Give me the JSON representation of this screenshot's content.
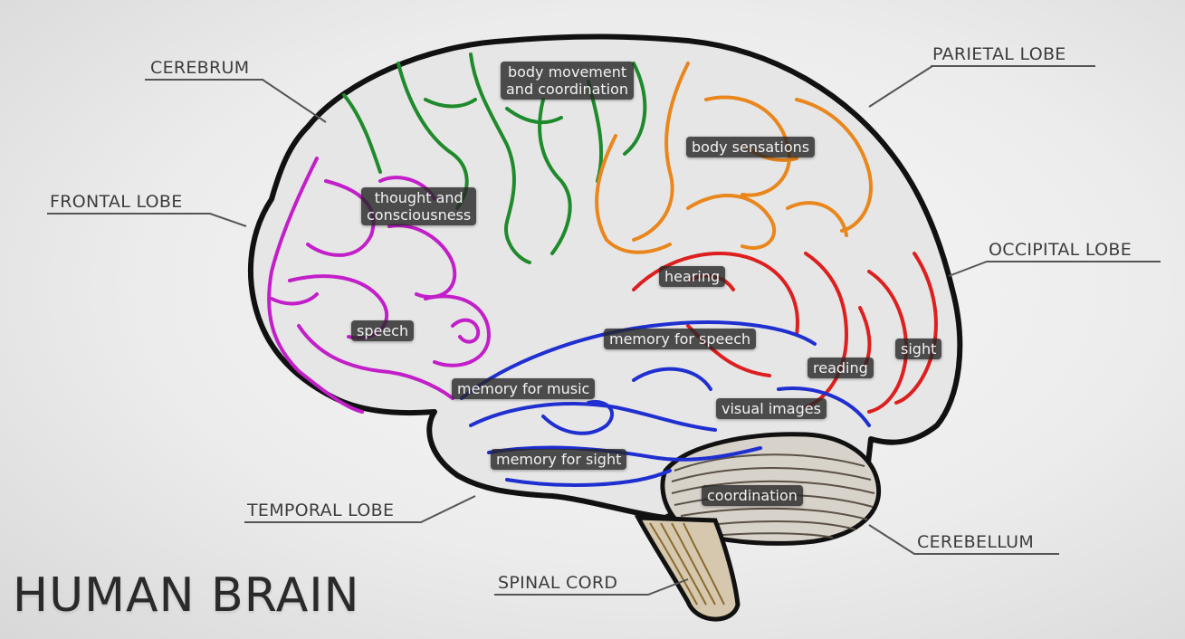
{
  "title": "HUMAN BRAIN",
  "callouts": {
    "cerebrum": "CEREBRUM",
    "frontal_lobe": "FRONTAL LOBE",
    "parietal_lobe": "PARIETAL LOBE",
    "occipital_lobe": "OCCIPITAL LOBE",
    "temporal_lobe": "TEMPORAL LOBE",
    "cerebellum": "CEREBELLUM",
    "spinal_cord": "SPINAL CORD"
  },
  "functions": {
    "body_movement": "body movement\nand coordination",
    "body_sensations": "body sensations",
    "thought": "thought and\nconsciousness",
    "hearing": "hearing",
    "speech": "speech",
    "memory_for_speech": "memory for speech",
    "sight": "sight",
    "reading": "reading",
    "memory_for_music": "memory for music",
    "visual_images": "visual images",
    "memory_for_sight": "memory for sight",
    "coordination": "coordination"
  },
  "colors": {
    "frontal": "#c21fc9",
    "motor": "#1f8a2b",
    "parietal": "#e9861c",
    "occipital": "#dd1f1f",
    "temporal": "#1f2fd0",
    "cerebellum": "#6e6253",
    "outline": "#111111"
  }
}
